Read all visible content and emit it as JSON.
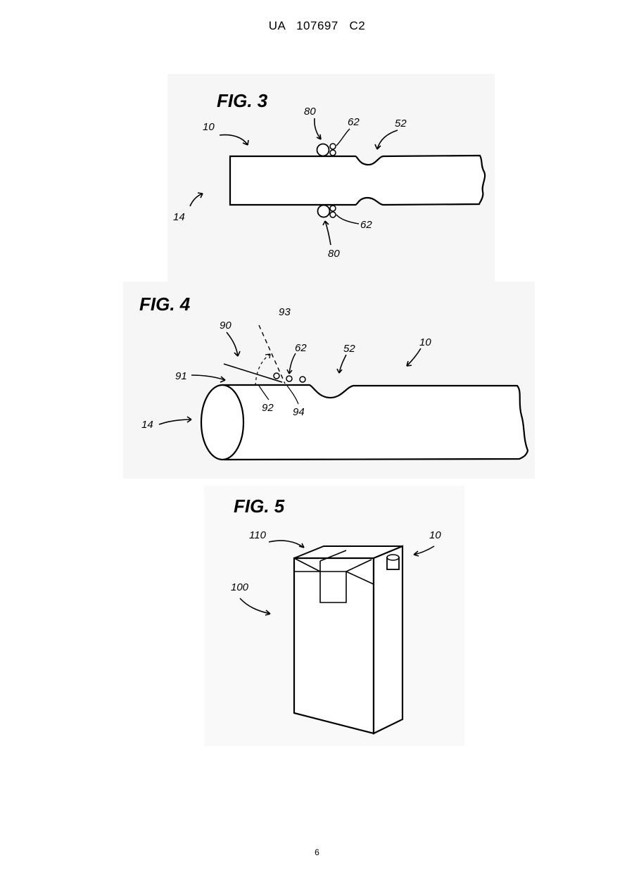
{
  "header": {
    "document_id": "UA   107697   C2"
  },
  "page_number": "6",
  "figures": [
    {
      "title": "FIG. 3",
      "labels": {
        "l10": "10",
        "l14": "14",
        "l80a": "80",
        "l80b": "80",
        "l62a": "62",
        "l62b": "62",
        "l52": "52"
      }
    },
    {
      "title": "FIG. 4",
      "labels": {
        "l90": "90",
        "l91": "91",
        "l93": "93",
        "l62": "62",
        "l52": "52",
        "l10": "10",
        "l92": "92",
        "l94": "94",
        "l14": "14"
      }
    },
    {
      "title": "FIG. 5",
      "labels": {
        "l110": "110",
        "l10": "10",
        "l100": "100"
      }
    }
  ]
}
